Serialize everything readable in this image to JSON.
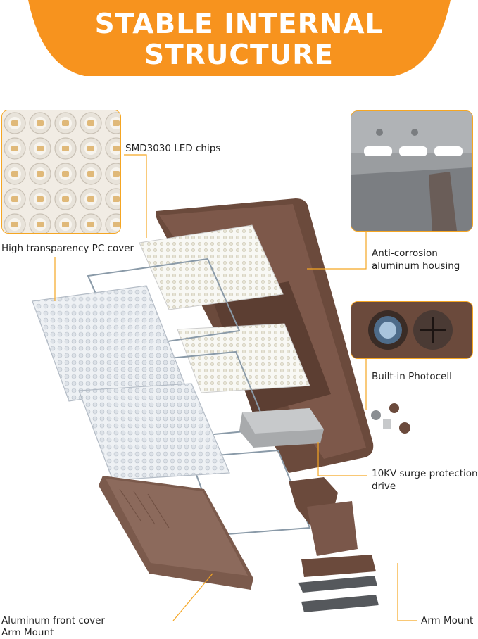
{
  "banner": {
    "line1": "STABLE INTERNAL",
    "line2": "STRUCTURE",
    "color": "#f7931e"
  },
  "labels": {
    "led_chips": "SMD3030 LED chips",
    "pc_cover": "High transparency PC cover",
    "housing_line1": "Anti-corrosion",
    "housing_line2": "aluminum housing",
    "photocell": "Built-in Photocell",
    "surge_line1": "10KV surge protection",
    "surge_line2": "drive",
    "front_cover_line1": "Aluminum front cover",
    "front_cover_line2": "Arm Mount",
    "arm_mount": "Arm Mount"
  },
  "colors": {
    "accent": "#f7931e",
    "leader": "#f5a623",
    "housing": "#6b4a3c",
    "led_board": "#f6f6f2",
    "pc_lens": "#e4e8ec",
    "gasket": "#8a9aa8"
  }
}
